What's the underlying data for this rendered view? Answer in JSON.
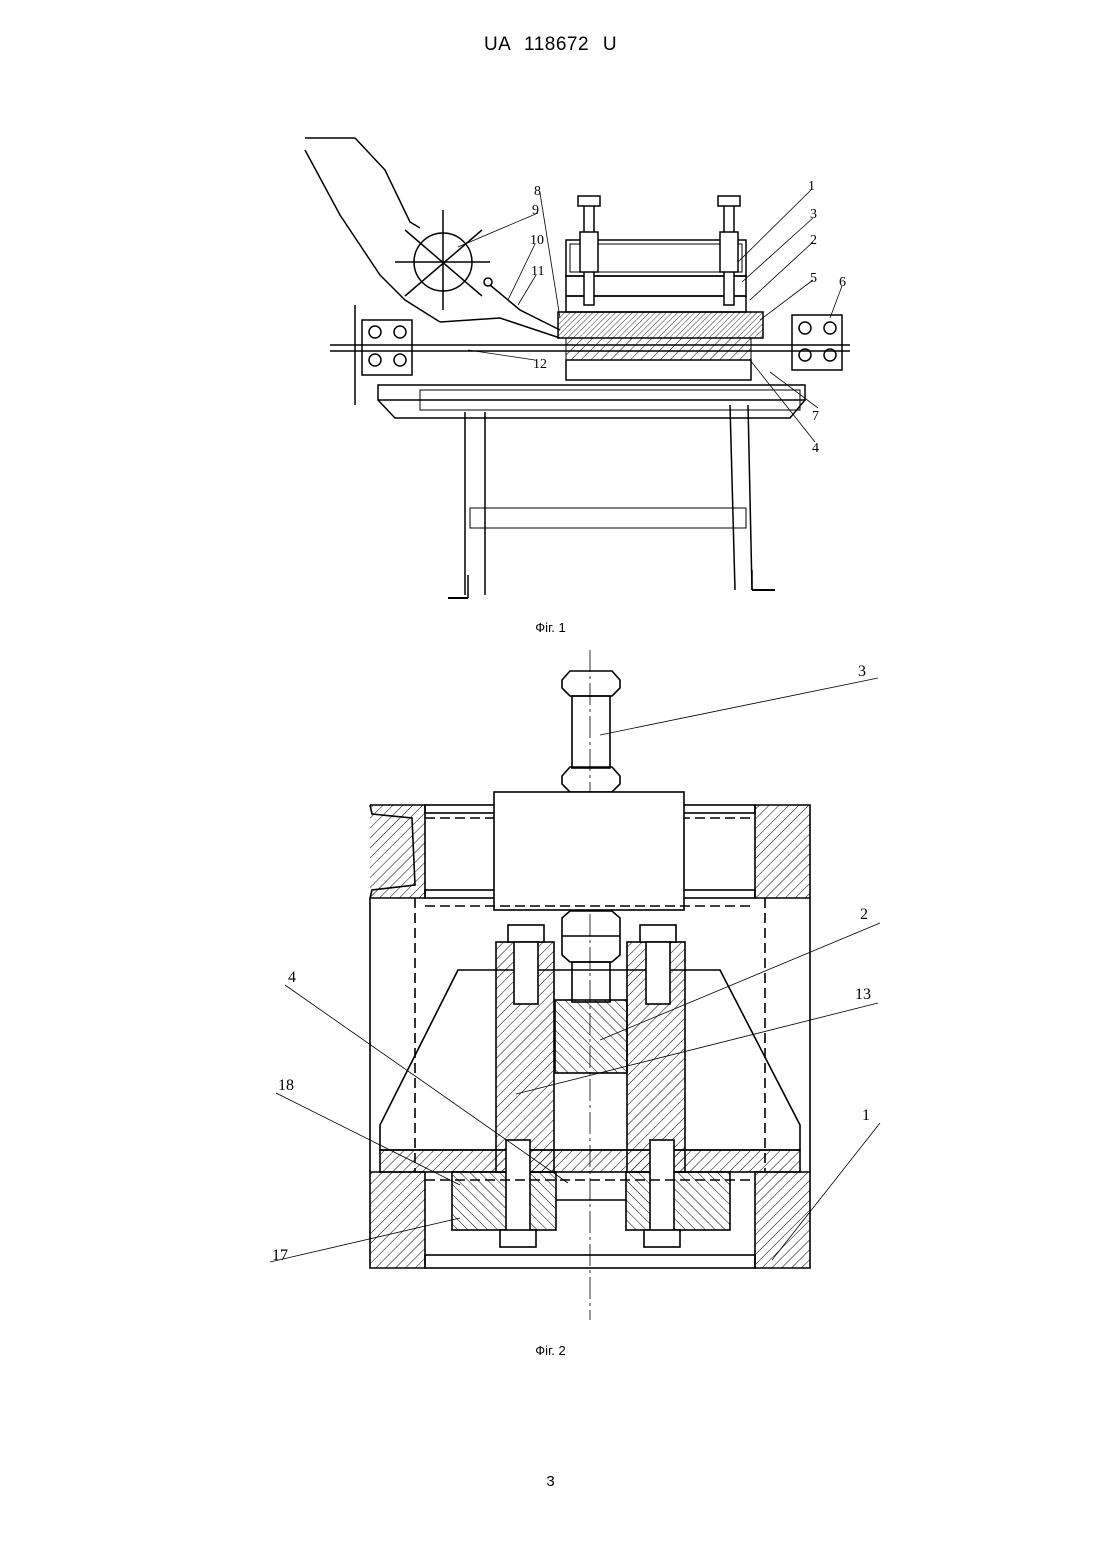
{
  "header": {
    "patent_number": "UA   118672   U"
  },
  "figure1": {
    "caption": "Фіг. 1",
    "labels": [
      "1",
      "3",
      "2",
      "5",
      "6",
      "7",
      "4",
      "8",
      "9",
      "10",
      "11",
      "12"
    ]
  },
  "figure2": {
    "caption": "Фіг. 2",
    "labels": [
      "3",
      "2",
      "13",
      "4",
      "18",
      "1",
      "17"
    ]
  },
  "footer": {
    "page_number": "3"
  }
}
